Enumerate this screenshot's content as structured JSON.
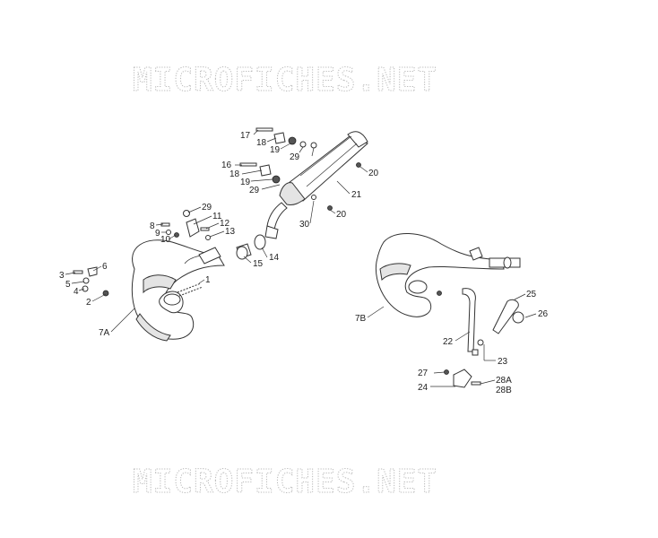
{
  "watermark": {
    "top": "MICROFICHES.NET",
    "bottom": "MICROFICHES.NET"
  },
  "parts": {
    "p1": "1",
    "p2": "2",
    "p3": "3",
    "p4": "4",
    "p5": "5",
    "p6": "6",
    "p7a": "7A",
    "p7b": "7B",
    "p8": "8",
    "p9": "9",
    "p10": "10",
    "p11": "11",
    "p12": "12",
    "p13": "13",
    "p14": "14",
    "p15": "15",
    "p16": "16",
    "p17": "17",
    "p18a": "18",
    "p18b": "18",
    "p19a": "19",
    "p19b": "19",
    "p20a": "20",
    "p20b": "20",
    "p21": "21",
    "p22": "22",
    "p23": "23",
    "p24": "24",
    "p25": "25",
    "p26": "26",
    "p27": "27",
    "p28a": "28A",
    "p28b": "28B",
    "p29a": "29",
    "p29b": "29",
    "p29c": "29",
    "p30": "30"
  }
}
